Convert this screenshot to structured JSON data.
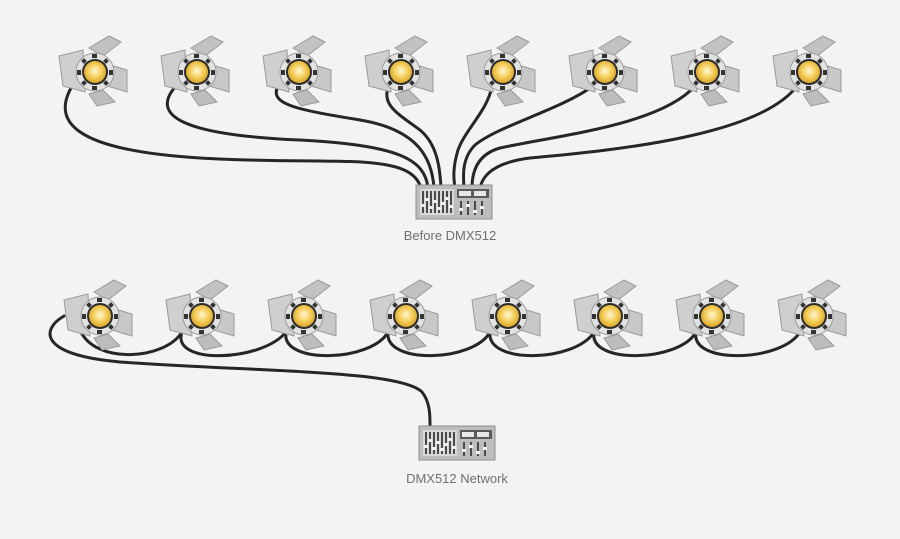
{
  "diagrams": [
    {
      "caption": "Before DMX512",
      "wiring": "star",
      "fixture_count": 8
    },
    {
      "caption": "DMX512 Network",
      "wiring": "daisy-chain",
      "fixture_count": 8
    }
  ],
  "colors": {
    "background": "#f3f3f3",
    "fixture_body": "#d6d6d6",
    "fixture_barn_door": "#c2c2c2",
    "lamp": "#f5cf5c",
    "cable": "#262626",
    "console_body": "#bdbdbd",
    "caption": "#707070"
  },
  "icons": {
    "fixture": "stage-spotlight-icon",
    "console": "dmx-lighting-console-icon"
  }
}
